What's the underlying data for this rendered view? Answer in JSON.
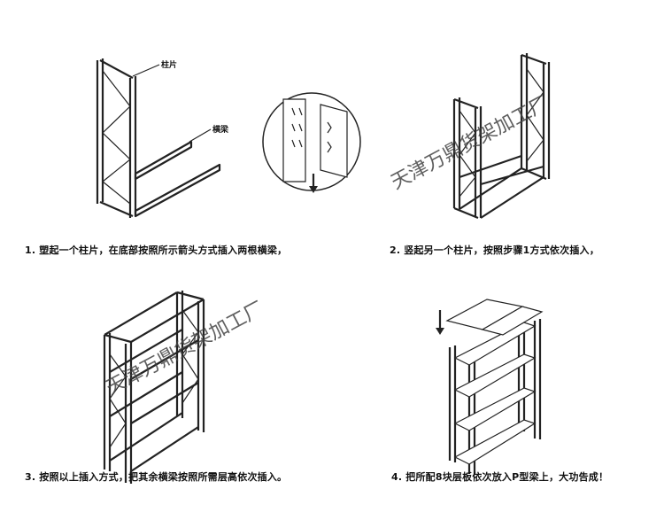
{
  "steps": [
    {
      "caption": "1. 塑起一个柱片，在底部按照所示箭头方式插入两根横梁，"
    },
    {
      "caption": "2. 竖起另一个柱片，按照步骤1方式依次插入，"
    },
    {
      "caption": "3. 按照以上插入方式，把其余横梁按照所需层高依次插入。"
    },
    {
      "caption": "4. 把所配8块层板依次放入P型梁上，大功告成！"
    }
  ],
  "callouts": {
    "column": "柱片",
    "beam": "横梁"
  },
  "watermark": "天津万鼎货架加工厂"
}
